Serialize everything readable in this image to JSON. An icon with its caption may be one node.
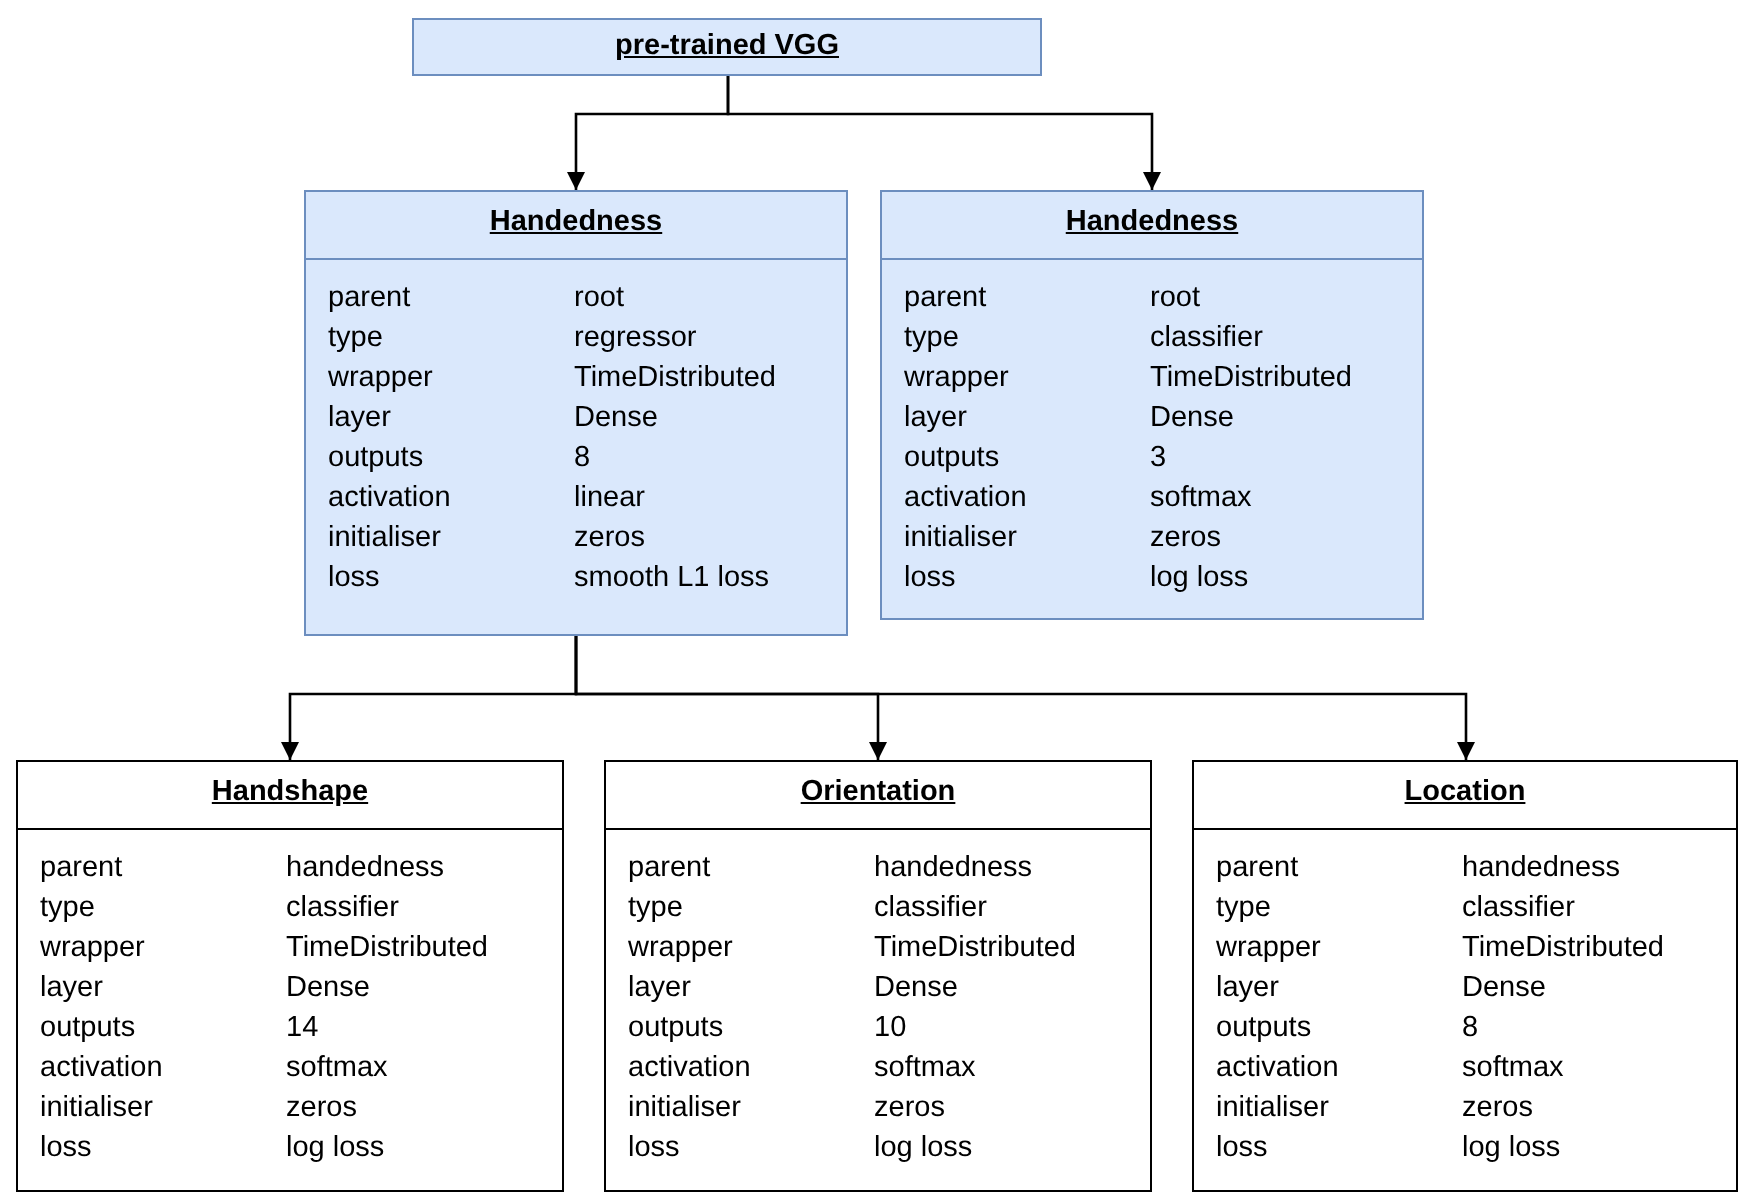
{
  "diagram": {
    "nodes": [
      {
        "text": [
          "pre-trained VGG"
        ]
      },
      {
        "text": [
          "Handedness",
          "parent",
          "root",
          "type",
          "regressor",
          "wrapper",
          "TimeDistributed",
          "layer",
          "Dense",
          "outputs",
          "8",
          "activation",
          "linear",
          "initialiser",
          "zeros",
          "loss",
          "smooth L1 loss"
        ]
      },
      {
        "text": [
          "Handedness",
          "parent",
          "root",
          "type",
          "classifier",
          "wrapper",
          "TimeDistributed",
          "layer",
          "Dense",
          "outputs",
          "3",
          "activation",
          "softmax",
          "initialiser",
          "zeros",
          "loss",
          "log loss"
        ]
      },
      {
        "text": [
          "Handshape",
          "parent",
          "handedness",
          "type",
          "classifier",
          "wrapper",
          "TimeDistributed",
          "layer",
          "Dense",
          "outputs",
          "14",
          "activation",
          "softmax",
          "initialiser",
          "zeros",
          "loss",
          "log loss"
        ]
      },
      {
        "text": [
          "Orientation",
          "parent",
          "handedness",
          "type",
          "classifier",
          "wrapper",
          "TimeDistributed",
          "layer",
          "Dense",
          "outputs",
          "10",
          "activation",
          "softmax",
          "initialiser",
          "zeros",
          "loss",
          "log loss"
        ]
      },
      {
        "text": [
          "Location",
          "parent",
          "handedness",
          "type",
          "classifier",
          "wrapper",
          "TimeDistributed",
          "layer",
          "Dense",
          "outputs",
          "8",
          "activation",
          "softmax",
          "initialiser",
          "zeros",
          "loss",
          "log loss"
        ]
      }
    ],
    "edges": [
      {
        "from": 0,
        "to": 1,
        "arrow": "to"
      },
      {
        "from": 0,
        "to": 2,
        "arrow": "to"
      },
      {
        "from": 1,
        "to": 3,
        "arrow": "to"
      },
      {
        "from": 1,
        "to": 4,
        "arrow": "to"
      },
      {
        "from": 1,
        "to": 5,
        "arrow": "to"
      }
    ]
  }
}
